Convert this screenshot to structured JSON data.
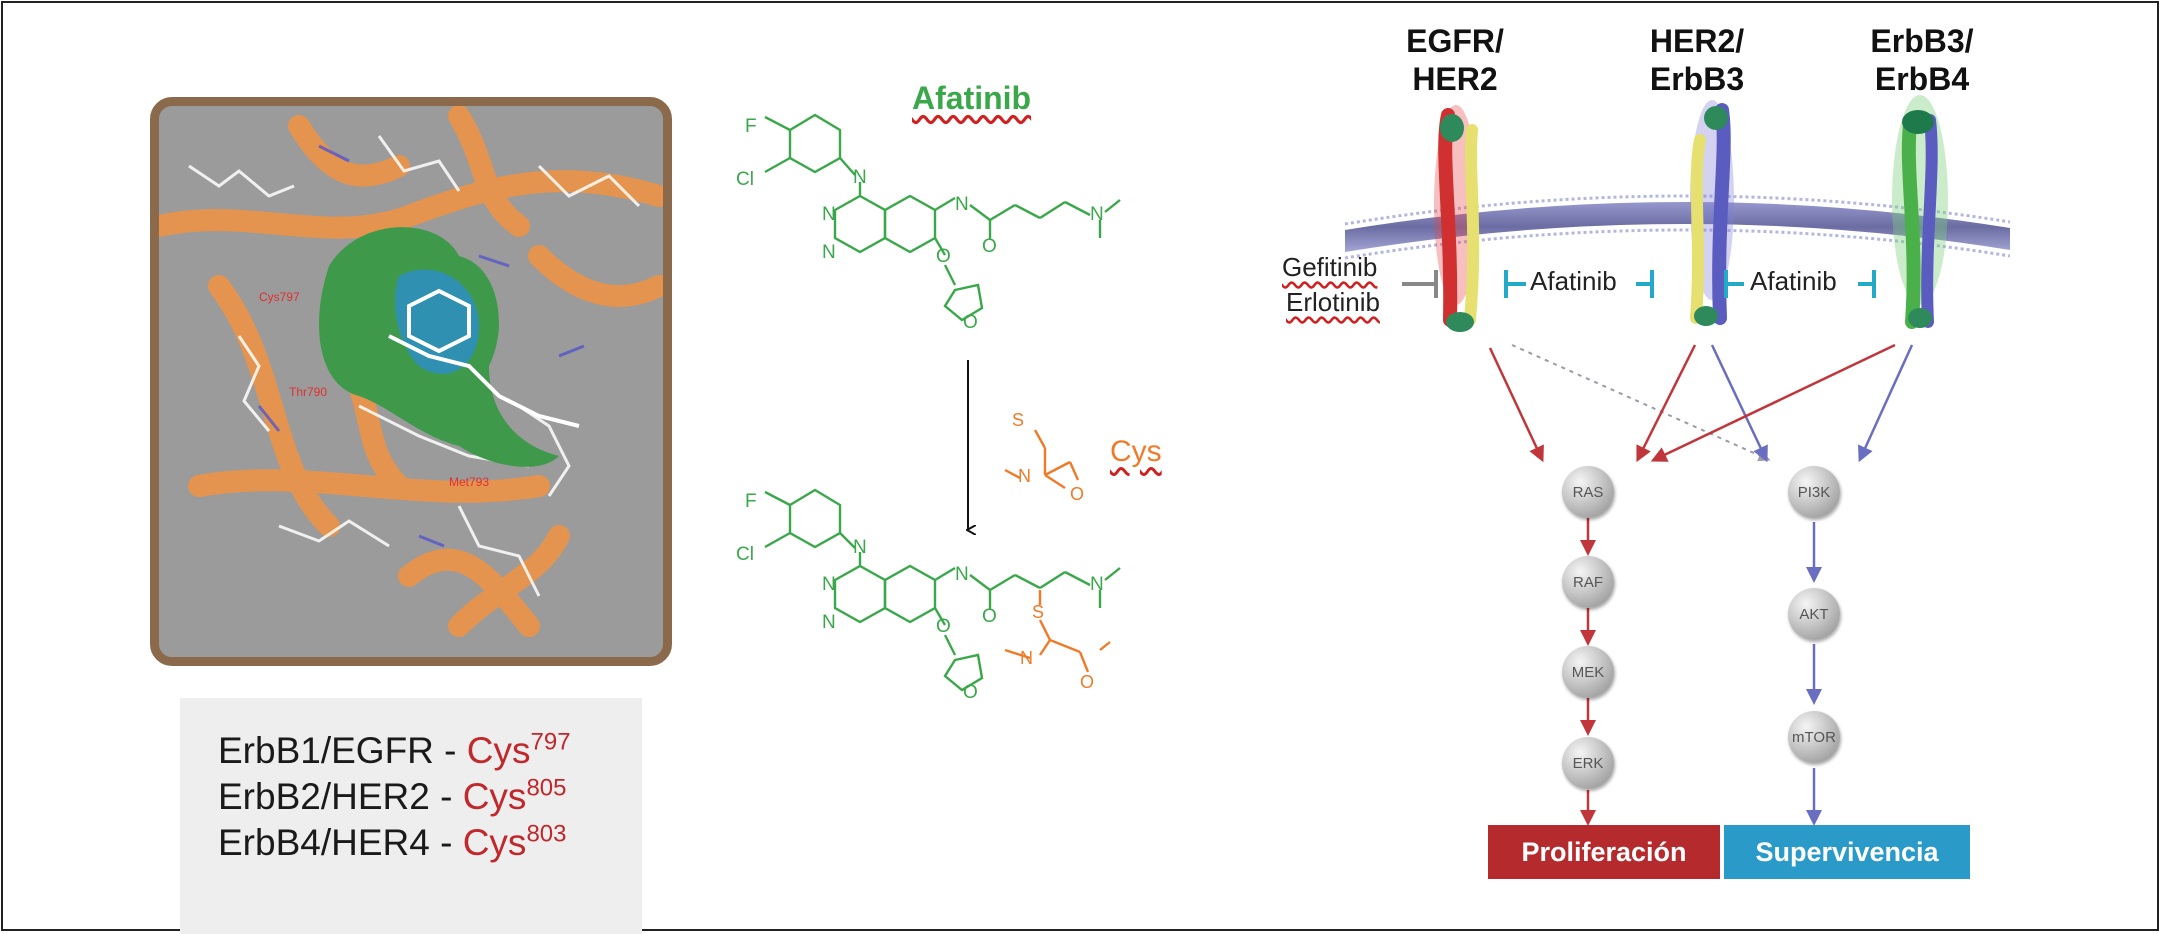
{
  "legend": {
    "rows": [
      {
        "receptor": "ErbB1/EGFR - ",
        "cys": "Cys",
        "number": "797"
      },
      {
        "receptor": "ErbB2/HER2 - ",
        "cys": "Cys",
        "number": "805"
      },
      {
        "receptor": "ErbB4/HER4 - ",
        "cys": "Cys",
        "number": "803"
      }
    ]
  },
  "chemistry": {
    "drug_name": "Afatinib",
    "cysteine_label": "Cys",
    "atoms": {
      "F": "F",
      "Cl": "Cl",
      "N": "N",
      "O": "O",
      "S": "S"
    }
  },
  "receptors": [
    {
      "line1": "EGFR/",
      "line2": "HER2"
    },
    {
      "line1": "HER2/",
      "line2": "ErbB3"
    },
    {
      "line1": "ErbB3/",
      "line2": "ErbB4"
    }
  ],
  "inhibitors": {
    "first": "Gefitinib",
    "second": "Erlotinib",
    "afatinib_1": "Afatinib",
    "afatinib_2": "Afatinib"
  },
  "pathway": {
    "left_nodes": [
      "RAS",
      "RAF",
      "MEK",
      "ERK"
    ],
    "right_nodes": [
      "PI3K",
      "AKT",
      "mTOR"
    ],
    "outcome_left": "Proliferación",
    "outcome_right": "Supervivencia"
  },
  "colors": {
    "red_pathway": "#c0363a",
    "blue_pathway": "#6a6ec0",
    "green_structure": "#3aa84a",
    "orange_cys": "#f07a28",
    "proliferation_box": "#b52a2c",
    "survival_box": "#2a9ac8",
    "inhibitor_cyan": "#22aac8"
  }
}
